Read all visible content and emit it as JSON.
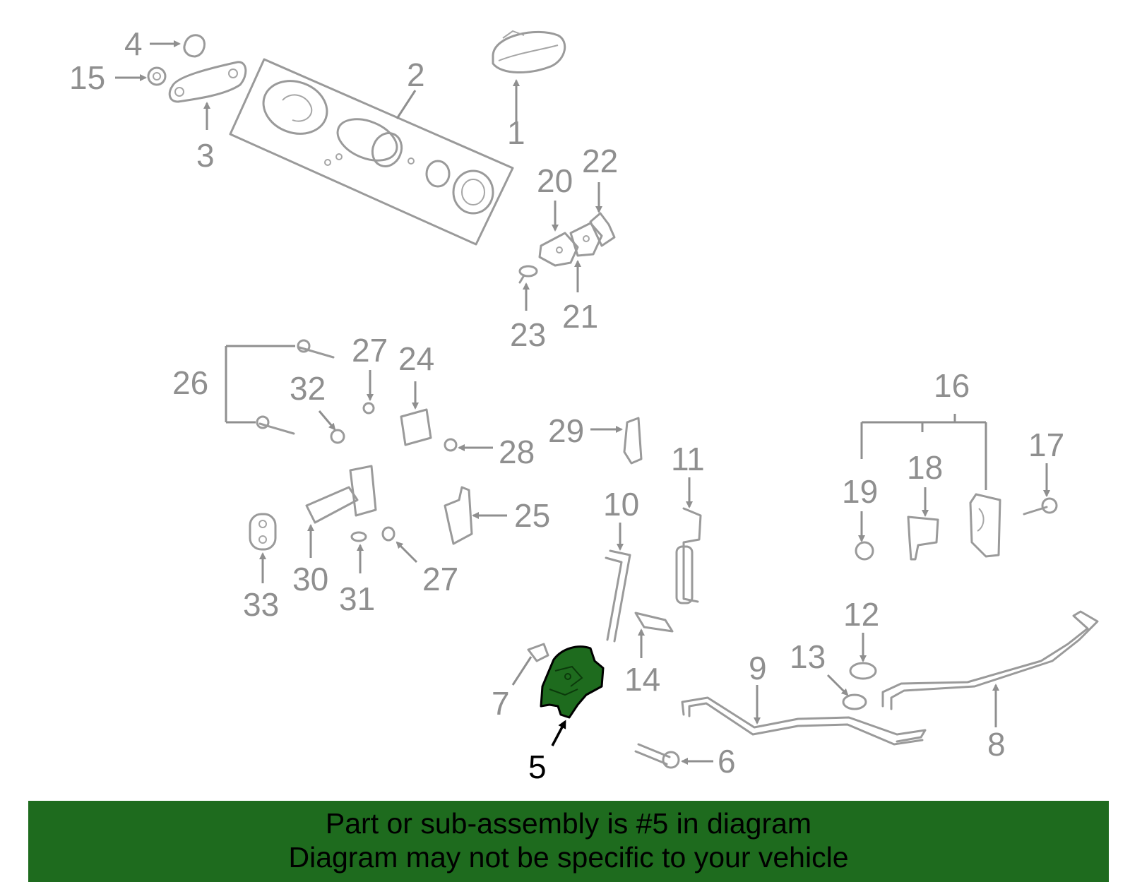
{
  "diagram": {
    "callouts": [
      {
        "id": "1",
        "label": "1"
      },
      {
        "id": "2",
        "label": "2"
      },
      {
        "id": "3",
        "label": "3"
      },
      {
        "id": "4",
        "label": "4"
      },
      {
        "id": "5",
        "label": "5",
        "highlighted": true
      },
      {
        "id": "6",
        "label": "6"
      },
      {
        "id": "7",
        "label": "7"
      },
      {
        "id": "8",
        "label": "8"
      },
      {
        "id": "9",
        "label": "9"
      },
      {
        "id": "10",
        "label": "10"
      },
      {
        "id": "11",
        "label": "11"
      },
      {
        "id": "12",
        "label": "12"
      },
      {
        "id": "13",
        "label": "13"
      },
      {
        "id": "14",
        "label": "14"
      },
      {
        "id": "15",
        "label": "15"
      },
      {
        "id": "16",
        "label": "16"
      },
      {
        "id": "17",
        "label": "17"
      },
      {
        "id": "18",
        "label": "18"
      },
      {
        "id": "19",
        "label": "19"
      },
      {
        "id": "20",
        "label": "20"
      },
      {
        "id": "21",
        "label": "21"
      },
      {
        "id": "22",
        "label": "22"
      },
      {
        "id": "23",
        "label": "23"
      },
      {
        "id": "24",
        "label": "24"
      },
      {
        "id": "25",
        "label": "25"
      },
      {
        "id": "26",
        "label": "26"
      },
      {
        "id": "27a",
        "label": "27"
      },
      {
        "id": "27b",
        "label": "27"
      },
      {
        "id": "28",
        "label": "28"
      },
      {
        "id": "29",
        "label": "29"
      },
      {
        "id": "30",
        "label": "30"
      },
      {
        "id": "31",
        "label": "31"
      },
      {
        "id": "32",
        "label": "32"
      },
      {
        "id": "33",
        "label": "33"
      }
    ],
    "colors": {
      "line": "#9a9a9a",
      "label": "#8f8f8f",
      "highlight_fill": "#1e6b1e",
      "highlight_stroke": "#000000"
    }
  },
  "banner": {
    "line1": "Part or sub-assembly is #5 in diagram",
    "line2": "Diagram may not be specific to your vehicle",
    "background": "#1e6b1e"
  }
}
